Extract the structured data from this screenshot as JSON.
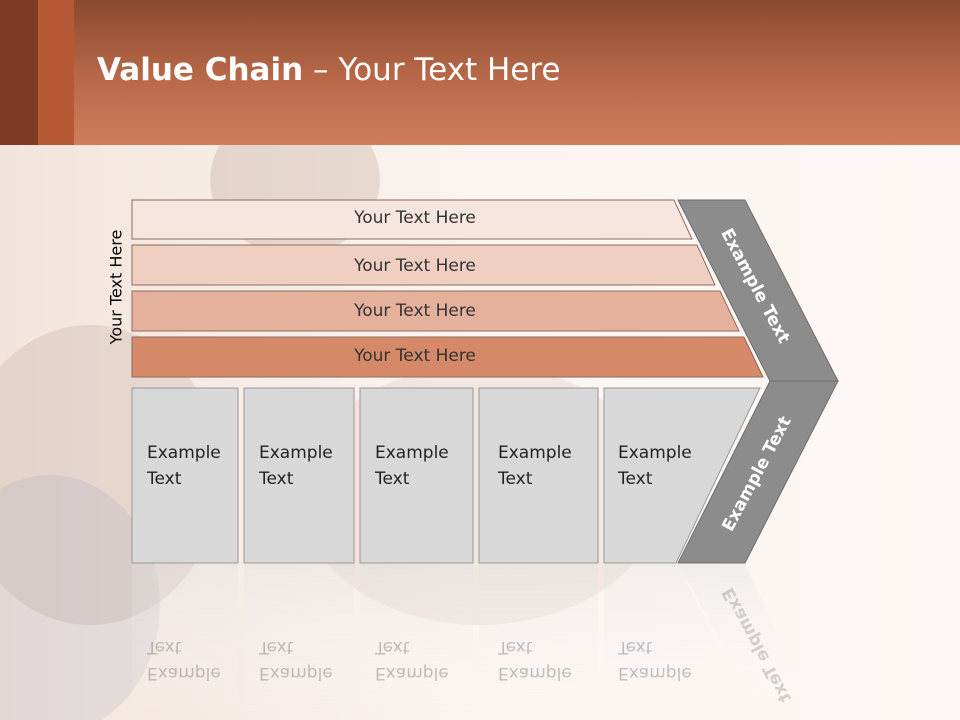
{
  "header": {
    "title_bold": "Value Chain",
    "title_rest": " – Your Text Here"
  },
  "diagram": {
    "y_axis_label": "Your Text Here",
    "bars": [
      {
        "label": "Your Text Here",
        "color": "#f7e6e0"
      },
      {
        "label": "Your Text Here",
        "color": "#efcfc2"
      },
      {
        "label": "Your Text Here",
        "color": "#e5b19c"
      },
      {
        "label": "Your Text Here",
        "color": "#d58968"
      }
    ],
    "boxes": [
      {
        "line1": "Example",
        "line2": "Text"
      },
      {
        "line1": "Example",
        "line2": "Text"
      },
      {
        "line1": "Example",
        "line2": "Text"
      },
      {
        "line1": "Example",
        "line2": "Text"
      },
      {
        "line1": "Example",
        "line2": "Text"
      }
    ],
    "chevron_upper_label": "Example Text",
    "chevron_lower_label": "Example Text",
    "box_color": "#d8d8d8",
    "chevron_color": "#8c8c8c"
  }
}
